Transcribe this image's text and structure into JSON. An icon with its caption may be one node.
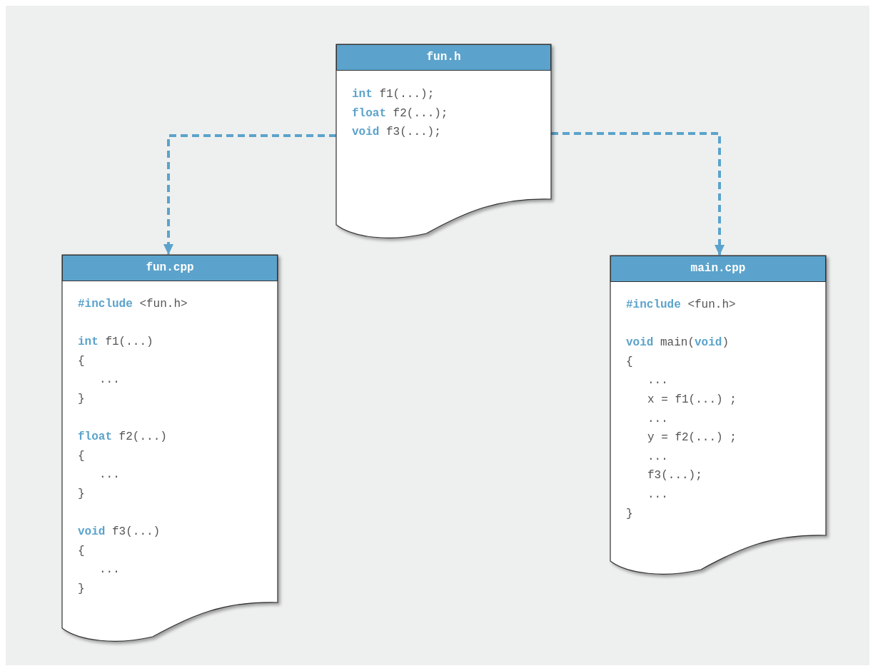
{
  "diagram": {
    "nodes": [
      {
        "text": [
          "fun.h",
          "**int** f1(...);",
          "**float** f2(...);",
          "**void** f3(...);"
        ]
      },
      {
        "text": [
          "fun.cpp",
          "**#include** <fun.h>",
          "**int** f1(...)",
          "{",
          "...",
          "}",
          "**float** f2(...)",
          "{",
          "...",
          "}",
          "**void** f3(...)",
          "{",
          "...",
          "}"
        ]
      },
      {
        "text": [
          "main.cpp",
          "**#include** <fun.h>",
          "**void** main(**void**)",
          "{",
          "...",
          "x = f1(...) ;",
          "...",
          "y = f2(...) ;",
          "...",
          "f3(...);",
          "...",
          "}"
        ]
      }
    ],
    "edges": [
      {
        "from": 0,
        "to": 1,
        "arrow": "to",
        "style": "dashed"
      },
      {
        "from": 0,
        "to": 2,
        "arrow": "to",
        "style": "dashed"
      }
    ]
  }
}
